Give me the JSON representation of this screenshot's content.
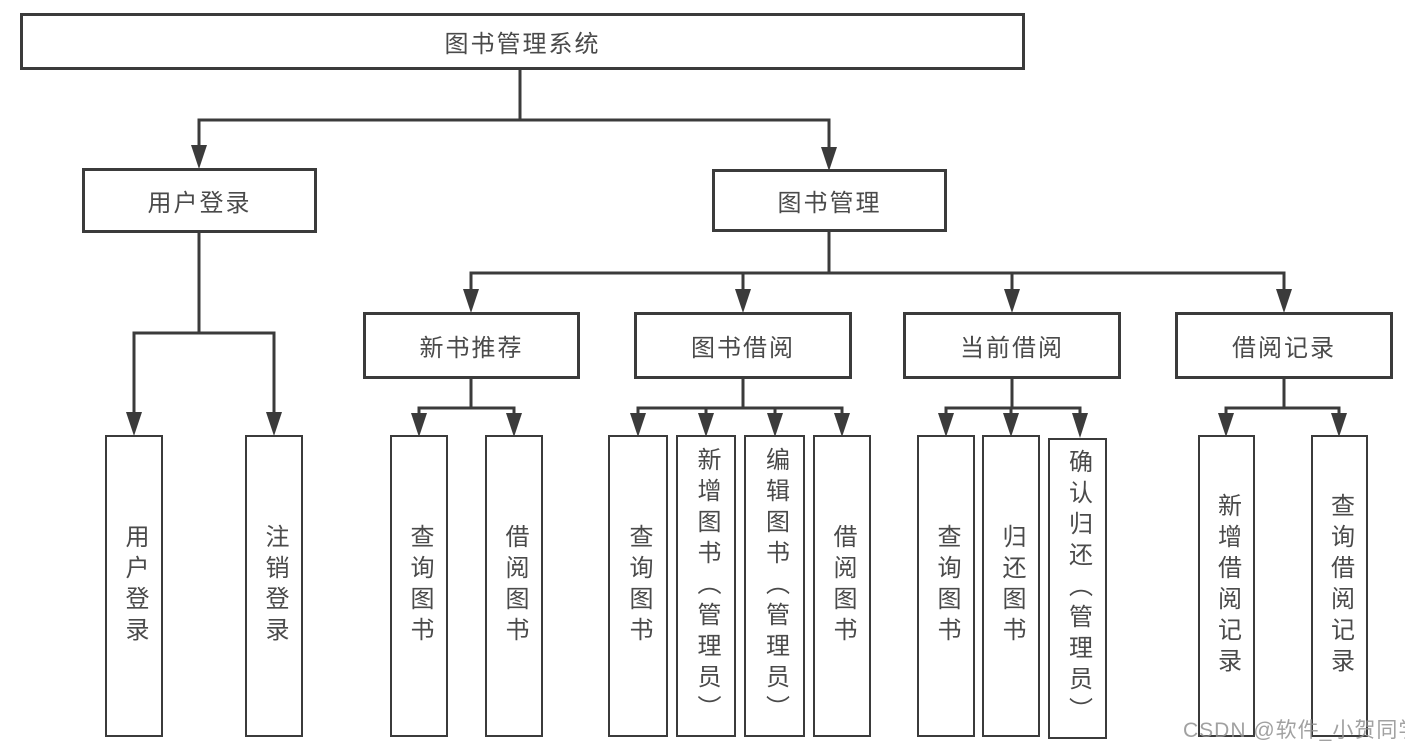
{
  "diagram_type": "hierarchy-tree",
  "watermark": "CSDN @软件_小贺同学",
  "colors": {
    "background": "#ffffff",
    "box_border": "#3b3b3b",
    "connector": "#3b3b3b",
    "text": "#4a4a4a",
    "watermark_text": "#919191"
  },
  "hierarchy": {
    "label": "图书管理系统",
    "children": [
      {
        "label": "用户登录",
        "children": [
          {
            "label": "用户登录"
          },
          {
            "label": "注销登录"
          }
        ]
      },
      {
        "label": "图书管理",
        "children": [
          {
            "label": "新书推荐",
            "children": [
              {
                "label": "查询图书"
              },
              {
                "label": "借阅图书"
              }
            ]
          },
          {
            "label": "图书借阅",
            "children": [
              {
                "label": "查询图书"
              },
              {
                "label": "新增图书（管理员）"
              },
              {
                "label": "编辑图书（管理员）"
              },
              {
                "label": "借阅图书"
              }
            ]
          },
          {
            "label": "当前借阅",
            "children": [
              {
                "label": "查询图书"
              },
              {
                "label": "归还图书"
              },
              {
                "label": "确认归还（管理员）"
              }
            ]
          },
          {
            "label": "借阅记录",
            "children": [
              {
                "label": "新增借阅记录"
              },
              {
                "label": "查询借阅记录"
              }
            ]
          }
        ]
      }
    ]
  }
}
